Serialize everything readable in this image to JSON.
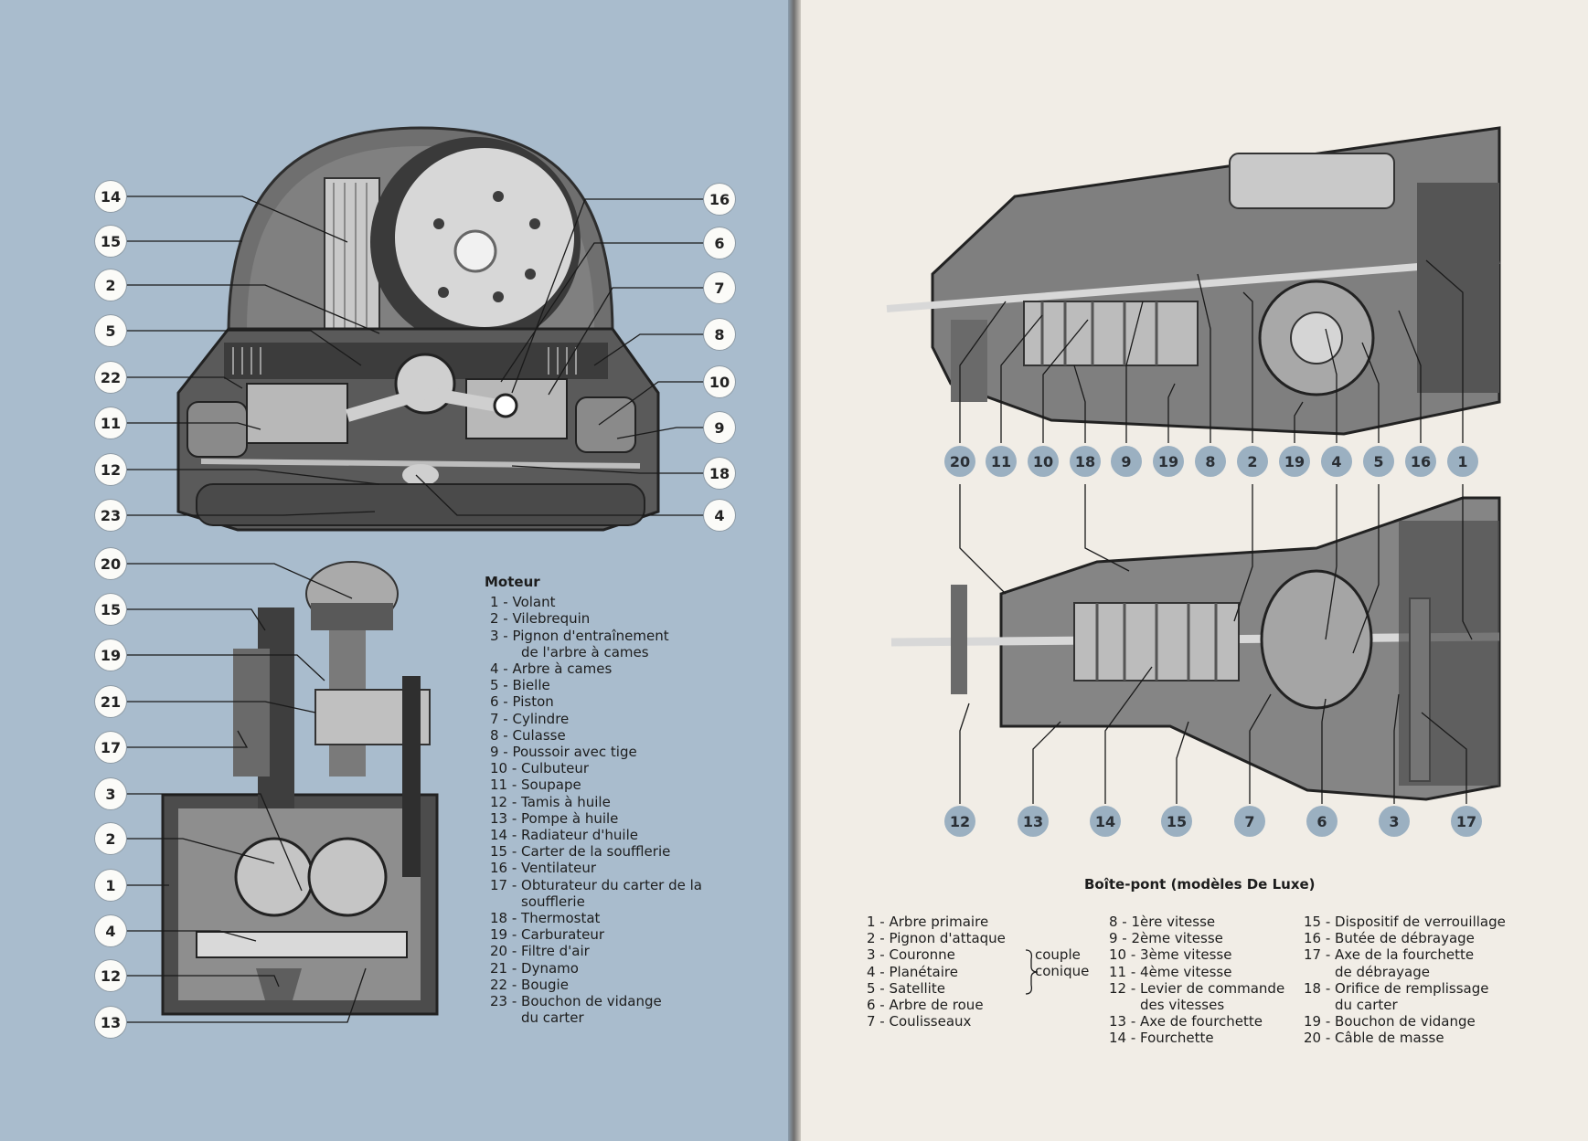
{
  "engine": {
    "title": "Moteur",
    "legend": [
      {
        "label": "1 - Volant"
      },
      {
        "label": "2 - Vilebrequin"
      },
      {
        "label": "3 - Pignon d'entraînement",
        "sub": "de l'arbre à cames"
      },
      {
        "label": "4 - Arbre à cames"
      },
      {
        "label": "5 - Bielle"
      },
      {
        "label": "6 - Piston"
      },
      {
        "label": "7 - Cylindre"
      },
      {
        "label": "8 - Culasse"
      },
      {
        "label": "9 - Poussoir avec tige"
      },
      {
        "label": "10 - Culbuteur"
      },
      {
        "label": "11 - Soupape"
      },
      {
        "label": "12 - Tamis à huile"
      },
      {
        "label": "13 - Pompe à huile"
      },
      {
        "label": "14 - Radiateur d'huile"
      },
      {
        "label": "15 - Carter de la soufflerie"
      },
      {
        "label": "16 - Ventilateur"
      },
      {
        "label": "17 - Obturateur du carter de la",
        "sub": "soufflerie"
      },
      {
        "label": "18 - Thermostat"
      },
      {
        "label": "19 - Carburateur"
      },
      {
        "label": "20 - Filtre d'air"
      },
      {
        "label": "21 - Dynamo"
      },
      {
        "label": "22 - Bougie"
      },
      {
        "label": "23 - Bouchon de vidange",
        "sub": "du carter"
      }
    ],
    "callouts_top_left": [
      "14",
      "15",
      "2",
      "5",
      "22",
      "11",
      "12",
      "23"
    ],
    "callouts_top_right": [
      "16",
      "6",
      "7",
      "8",
      "10",
      "9",
      "18",
      "4"
    ],
    "callouts_side": [
      "20",
      "15",
      "19",
      "21",
      "17",
      "3",
      "2",
      "1",
      "4",
      "12",
      "13"
    ]
  },
  "gearbox": {
    "title": "Boîte-pont (modèles De Luxe)",
    "callouts_row1": [
      "20",
      "11",
      "10",
      "18",
      "9",
      "19",
      "8",
      "2",
      "19",
      "4",
      "5",
      "16",
      "1"
    ],
    "callouts_row2": [
      "12",
      "13",
      "14",
      "15",
      "7",
      "6",
      "3",
      "17"
    ],
    "legend_col1": [
      {
        "label": "1 - Arbre primaire"
      },
      {
        "label": "2 - Pignon d'attaque"
      },
      {
        "label": "3 - Couronne"
      },
      {
        "label": "4 - Planétaire"
      },
      {
        "label": "5 - Satellite"
      },
      {
        "label": "6 - Arbre de roue"
      },
      {
        "label": "7 - Coulisseaux"
      }
    ],
    "brace_labels": [
      "couple",
      "conique"
    ],
    "legend_col2": [
      {
        "label": "8 - 1ère vitesse"
      },
      {
        "label": "9 - 2ème vitesse"
      },
      {
        "label": "10 - 3ème vitesse"
      },
      {
        "label": "11 - 4ème vitesse"
      },
      {
        "label": "12 - Levier de commande",
        "sub": "des vitesses"
      },
      {
        "label": "13 - Axe de fourchette"
      },
      {
        "label": "14 - Fourchette"
      }
    ],
    "legend_col3": [
      {
        "label": "15 - Dispositif de verrouillage"
      },
      {
        "label": "16 - Butée de débrayage"
      },
      {
        "label": "17 - Axe de la fourchette",
        "sub": "de débrayage"
      },
      {
        "label": "18 - Orifice de remplissage",
        "sub": "du carter"
      },
      {
        "label": "19 - Bouchon de vidange"
      },
      {
        "label": "20 - Câble de masse"
      }
    ]
  }
}
